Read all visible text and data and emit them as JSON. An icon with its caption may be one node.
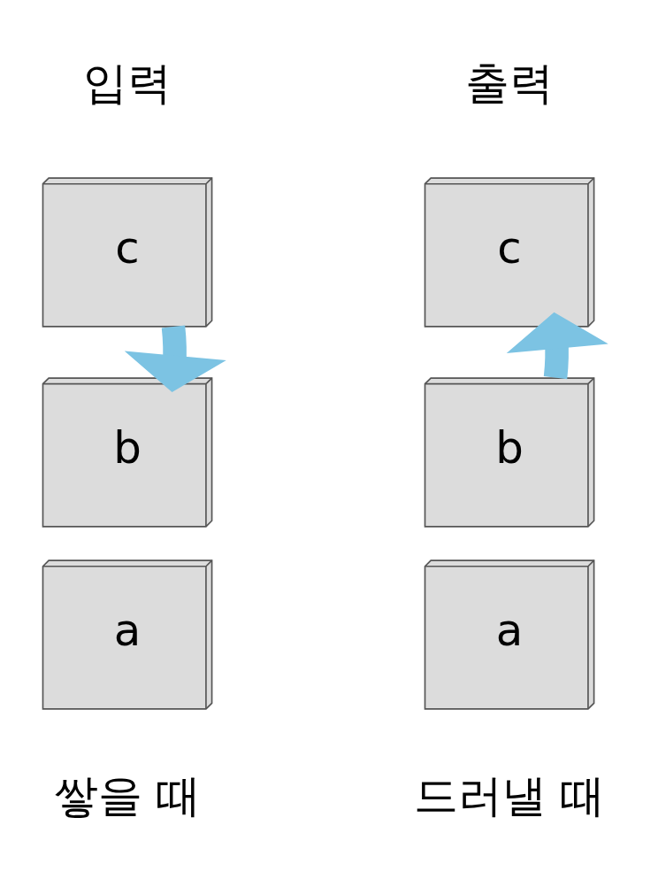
{
  "diagram": {
    "nodes": [
      {
        "text": [
          "c"
        ]
      },
      {
        "text": [
          "b"
        ]
      },
      {
        "text": [
          "a"
        ]
      },
      {
        "text": [
          "c"
        ]
      },
      {
        "text": [
          "b"
        ]
      },
      {
        "text": [
          "a"
        ]
      }
    ],
    "edges": [
      {
        "from": 0,
        "to": 1,
        "arrow": "to",
        "color": "#7cc3e3"
      },
      {
        "from": 4,
        "to": 3,
        "arrow": "to",
        "color": "#7cc3e3"
      }
    ],
    "labels": [
      "입력",
      "출력",
      "쌓을 때",
      "드러낼 때"
    ]
  }
}
